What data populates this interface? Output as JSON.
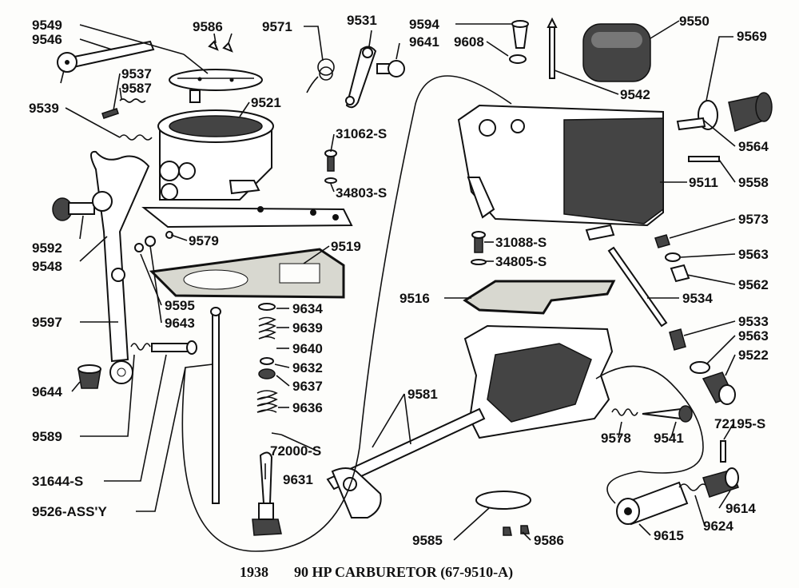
{
  "caption": {
    "year": "1938",
    "text": "90 HP CARBURETOR (67-9510-A)"
  },
  "parts": [
    {
      "id": "9549",
      "label": "9549"
    },
    {
      "id": "9546",
      "label": "9546"
    },
    {
      "id": "9586_top",
      "label": "9586"
    },
    {
      "id": "9571",
      "label": "9571"
    },
    {
      "id": "9531",
      "label": "9531"
    },
    {
      "id": "9641",
      "label": "9641"
    },
    {
      "id": "9594",
      "label": "9594"
    },
    {
      "id": "9608",
      "label": "9608"
    },
    {
      "id": "9550",
      "label": "9550"
    },
    {
      "id": "9569",
      "label": "9569"
    },
    {
      "id": "9537",
      "label": "9537"
    },
    {
      "id": "9587",
      "label": "9587"
    },
    {
      "id": "9539",
      "label": "9539"
    },
    {
      "id": "9521",
      "label": "9521"
    },
    {
      "id": "9542",
      "label": "9542"
    },
    {
      "id": "31062S",
      "label": "31062-S"
    },
    {
      "id": "34803S",
      "label": "34803-S"
    },
    {
      "id": "9564",
      "label": "9564"
    },
    {
      "id": "9558",
      "label": "9558"
    },
    {
      "id": "9511",
      "label": "9511"
    },
    {
      "id": "9573",
      "label": "9573"
    },
    {
      "id": "9592",
      "label": "9592"
    },
    {
      "id": "9548",
      "label": "9548"
    },
    {
      "id": "9579",
      "label": "9579"
    },
    {
      "id": "9519",
      "label": "9519"
    },
    {
      "id": "31088S",
      "label": "31088-S"
    },
    {
      "id": "34805S",
      "label": "34805-S"
    },
    {
      "id": "9563_a",
      "label": "9563"
    },
    {
      "id": "9562",
      "label": "9562"
    },
    {
      "id": "9516",
      "label": "9516"
    },
    {
      "id": "9534",
      "label": "9534"
    },
    {
      "id": "9597",
      "label": "9597"
    },
    {
      "id": "9595",
      "label": "9595"
    },
    {
      "id": "9643",
      "label": "9643"
    },
    {
      "id": "9634",
      "label": "9634"
    },
    {
      "id": "9639",
      "label": "9639"
    },
    {
      "id": "9640",
      "label": "9640"
    },
    {
      "id": "9632",
      "label": "9632"
    },
    {
      "id": "9637",
      "label": "9637"
    },
    {
      "id": "9636",
      "label": "9636"
    },
    {
      "id": "9533",
      "label": "9533"
    },
    {
      "id": "9563_b",
      "label": "9563"
    },
    {
      "id": "9522",
      "label": "9522"
    },
    {
      "id": "9644",
      "label": "9644"
    },
    {
      "id": "9581",
      "label": "9581"
    },
    {
      "id": "72195S",
      "label": "72195-S"
    },
    {
      "id": "9589",
      "label": "9589"
    },
    {
      "id": "9578",
      "label": "9578"
    },
    {
      "id": "9541",
      "label": "9541"
    },
    {
      "id": "72000S",
      "label": "72000-S"
    },
    {
      "id": "31644S",
      "label": "31644-S"
    },
    {
      "id": "9631",
      "label": "9631"
    },
    {
      "id": "9614",
      "label": "9614"
    },
    {
      "id": "9526",
      "label": "9526-ASS'Y"
    },
    {
      "id": "9585",
      "label": "9585"
    },
    {
      "id": "9624",
      "label": "9624"
    },
    {
      "id": "9615",
      "label": "9615"
    },
    {
      "id": "9586_bot",
      "label": "9586"
    }
  ]
}
